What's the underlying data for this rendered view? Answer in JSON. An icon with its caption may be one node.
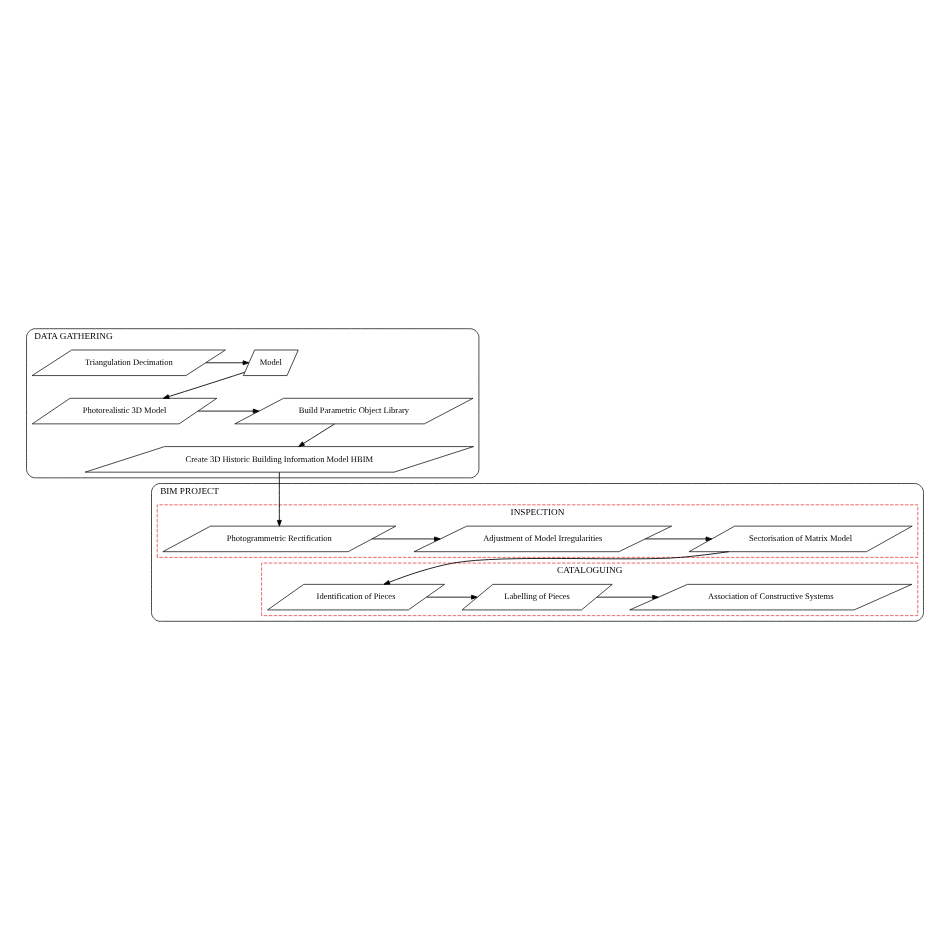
{
  "diagram": {
    "nodes": [
      {
        "text": [
          "DATA GATHERING"
        ]
      },
      {
        "text": [
          "Triangulation Decimation"
        ],
        "in": 0
      },
      {
        "text": [
          "Model"
        ],
        "in": 0
      },
      {
        "text": [
          "Build Parametric Object Library"
        ],
        "in": 0
      },
      {
        "text": [
          "Photorealistic 3D Model"
        ],
        "in": 0
      },
      {
        "text": [
          "Create 3D Historic Building Information Model HBIM"
        ],
        "in": 0
      },
      {
        "text": [
          "BIM PROJECT"
        ]
      },
      {
        "text": [
          "INSPECTION"
        ],
        "in": 6
      },
      {
        "text": [
          "Sectorisation of Matrix Model"
        ],
        "in": 7
      },
      {
        "text": [
          "Adjustment of Model Irregularities"
        ],
        "in": 7
      },
      {
        "text": [
          "Photogrammetric Rectification"
        ],
        "in": 7
      },
      {
        "text": [
          "CATALOGUING"
        ],
        "in": 6
      },
      {
        "text": [
          "Identification of Pieces"
        ],
        "in": 11
      },
      {
        "text": [
          "Labelling of Pieces"
        ],
        "in": 11
      },
      {
        "text": [
          "Association of Constructive Systems"
        ],
        "in": 11
      }
    ],
    "edges": [
      {
        "from": 1,
        "to": 2,
        "arrow": "to"
      },
      {
        "from": 2,
        "to": 4,
        "arrow": "to"
      },
      {
        "from": 4,
        "to": 3,
        "arrow": "to"
      },
      {
        "from": 3,
        "to": 5,
        "arrow": "to"
      },
      {
        "from": 5,
        "to": 10,
        "arrow": "to"
      },
      {
        "from": 10,
        "to": 9,
        "arrow": "to"
      },
      {
        "from": 9,
        "to": 8,
        "arrow": "to"
      },
      {
        "from": 8,
        "to": 12,
        "arrow": "to"
      },
      {
        "from": 12,
        "to": 13,
        "arrow": "to"
      },
      {
        "from": 13,
        "to": 14,
        "arrow": "to"
      }
    ]
  }
}
